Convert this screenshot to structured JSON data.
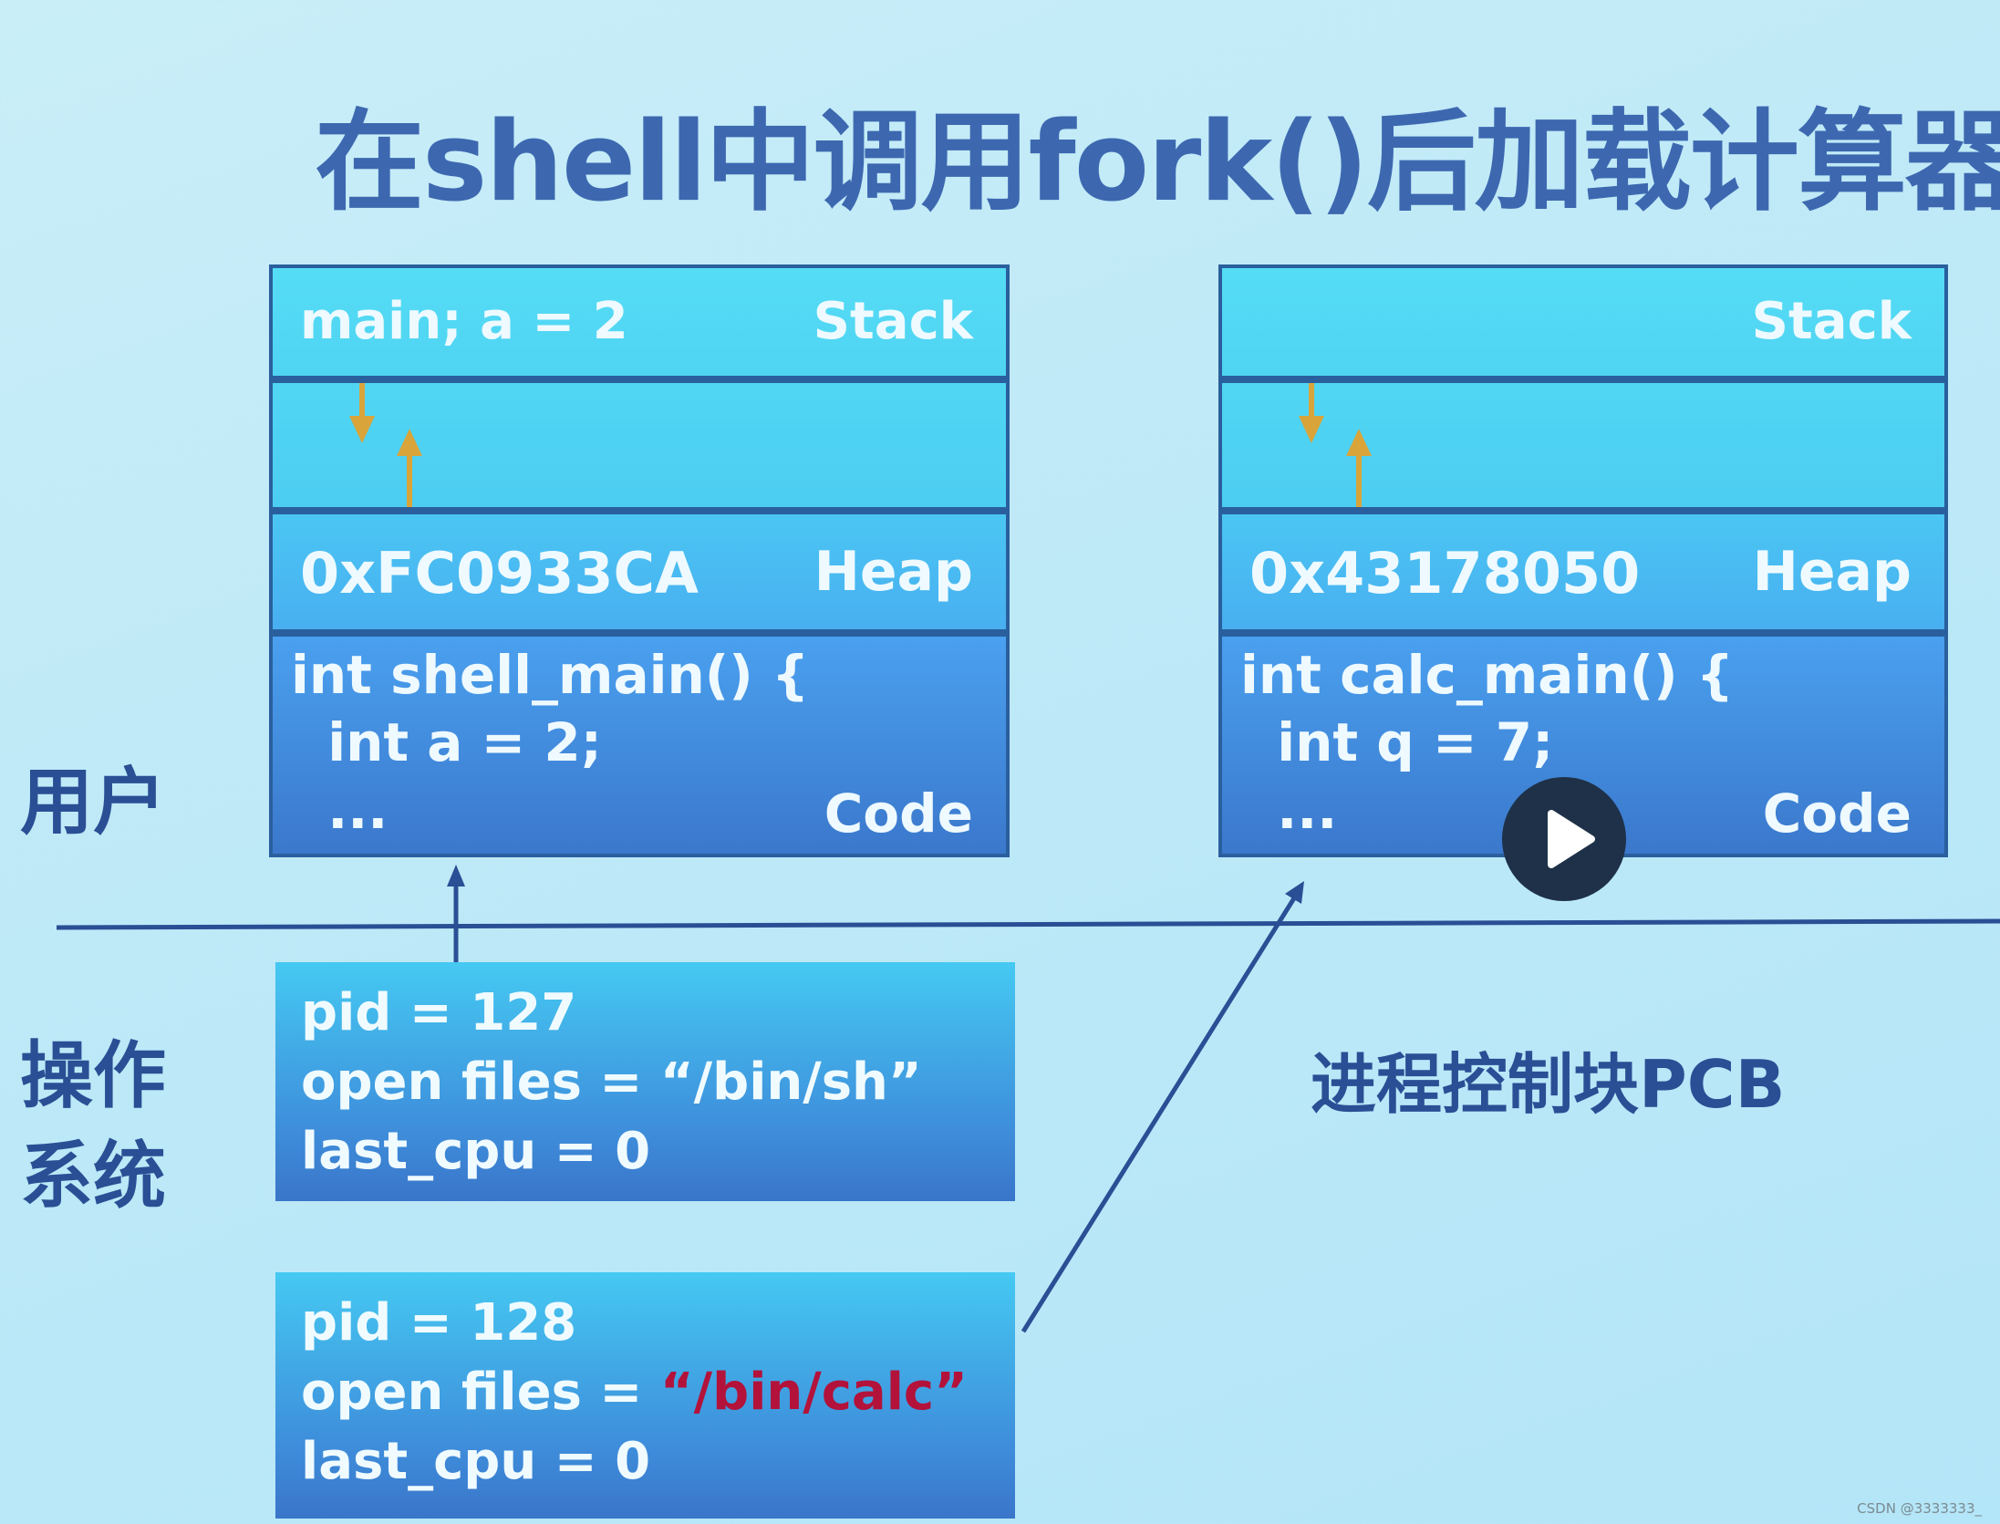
{
  "title": "在shell中调用fork()后加载计算器",
  "labels": {
    "user": "用户",
    "os_line1": "操作",
    "os_line2": "系统",
    "pcb": "进程控制块PCB"
  },
  "left_process": {
    "stack_value": "main; a = 2",
    "stack_label": "Stack",
    "heap_value": "0xFC0933CA",
    "heap_label": "Heap",
    "code_lines": [
      "int shell_main() {",
      " int a = 2;",
      " ..."
    ],
    "code_label": "Code"
  },
  "right_process": {
    "stack_value": "",
    "stack_label": "Stack",
    "heap_value": "0x43178050",
    "heap_label": "Heap",
    "code_lines": [
      "int calc_main() {",
      " int q = 7;",
      " ..."
    ],
    "code_label": "Code"
  },
  "pcb_shell": {
    "pid": "pid = 127",
    "files_prefix": "open files = ",
    "files_value": "“/bin/sh”",
    "cpu": "last_cpu = 0"
  },
  "pcb_calc": {
    "pid": "pid = 128",
    "files_prefix": "open files = ",
    "files_value": "“/bin/calc”",
    "cpu": "last_cpu = 0"
  },
  "colors": {
    "title": "#3d68b0",
    "arrow": "#2a4f95",
    "highlight": "#b3123a",
    "stack_arrows": "#d9a43a"
  },
  "video": {
    "icon": "play-icon"
  },
  "watermark": "CSDN @3333333_"
}
